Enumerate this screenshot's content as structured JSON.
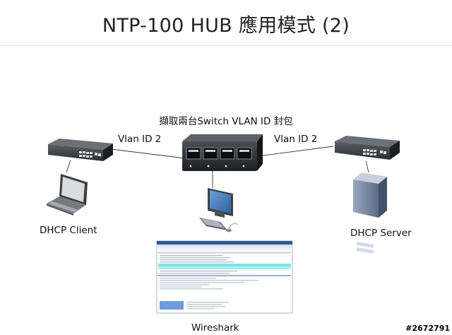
{
  "title": "NTP-100 HUB 應用模式 (2)",
  "caption": "擷取兩台Switch VLAN ID 封包",
  "labels": {
    "vlan_left": "Vlan ID 2",
    "vlan_right": "Vlan ID 2",
    "dhcp_client": "DHCP Client",
    "dhcp_server": "DHCP Server",
    "wireshark": "Wireshark"
  },
  "watermark": "#2672791",
  "icons": {
    "left_switch": "network-switch-icon",
    "right_switch": "network-switch-icon",
    "hub": "hub-icon",
    "client": "laptop-icon",
    "server": "server-tower-icon",
    "monitor": "desktop-computer-icon",
    "capture": "wireshark-screenshot"
  },
  "colors": {
    "title_rule": "#f0e2c2",
    "device_dark": "#2b2e33",
    "wireshark_highlight": "#7fe3ea"
  }
}
